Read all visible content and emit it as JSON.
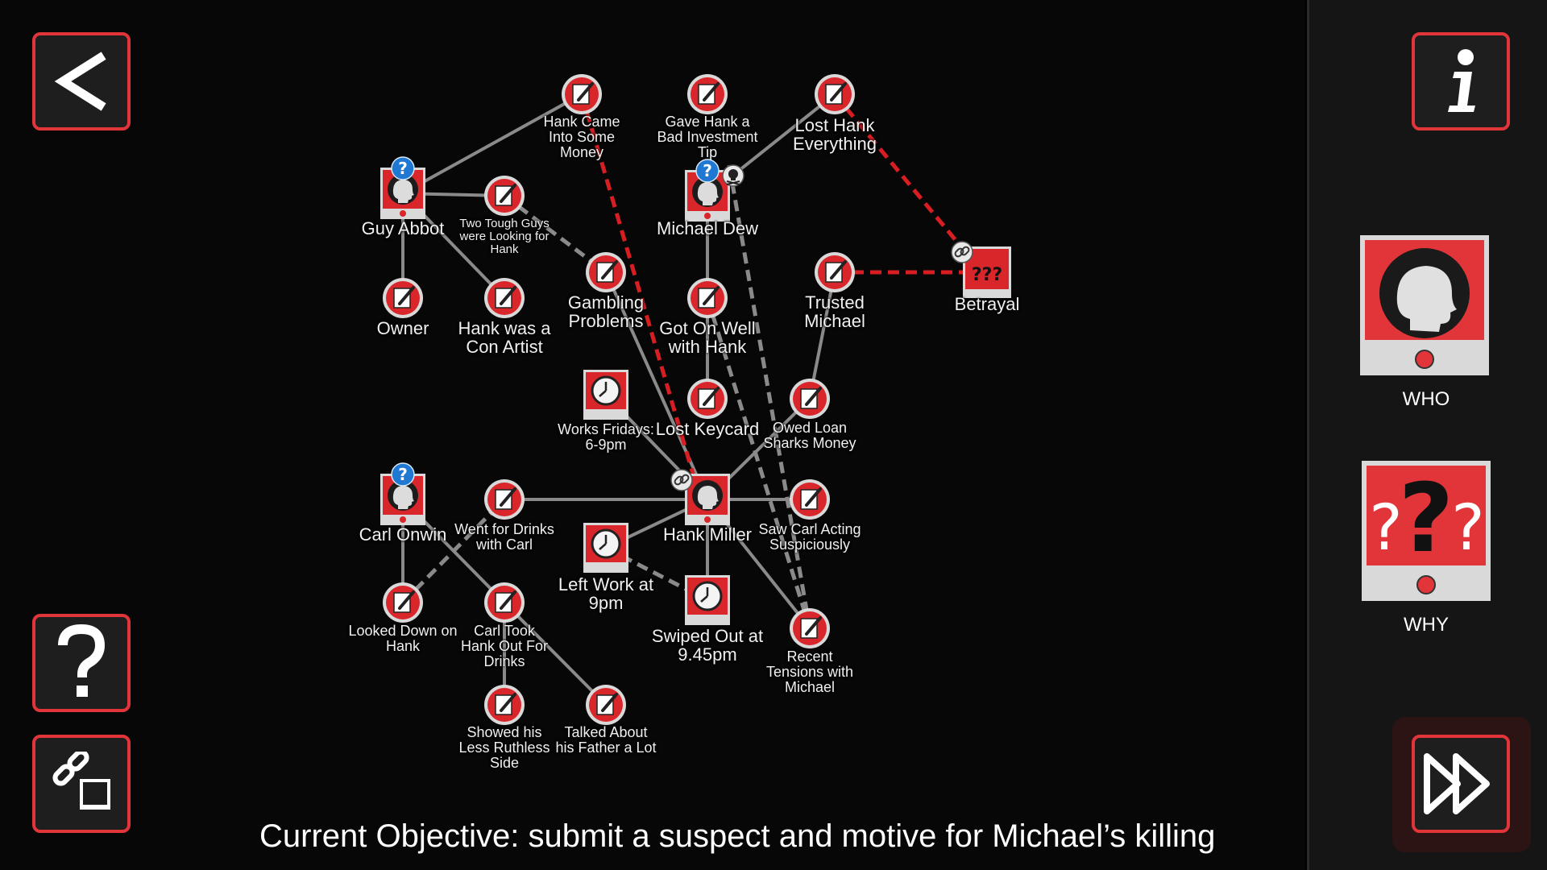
{
  "objective": "Current Objective: submit a suspect and motive for Michael’s killing",
  "buttons": {
    "back": "back-arrow-icon",
    "info": "info-icon",
    "help": "question-mark-icon",
    "link_mode": "link-card-icon",
    "fast_forward": "fast-forward-icon"
  },
  "submit": {
    "who_label": "WHO",
    "why_label": "WHY"
  },
  "nodes": {
    "guy_abbot": "Guy Abbot",
    "owner": "Owner",
    "two_tough_guys": "Two Tough Guys were Looking for Hank",
    "hank_con_artist": "Hank was a Con Artist",
    "hank_came_money": "Hank Came Into Some Money",
    "gambling_problems": "Gambling Problems",
    "gave_hank_tip": "Gave Hank a Bad Investment Tip",
    "michael_dew": "Michael Dew",
    "got_on_well": "Got On Well with Hank",
    "lost_hank_everything": "Lost Hank Everything",
    "trusted_michael": "Trusted Michael",
    "betrayal": "Betrayal",
    "works_fridays": "Works Fridays: 6-9pm",
    "lost_keycard": "Lost Keycard",
    "owed_loan_sharks": "Owed Loan Sharks Money",
    "carl_onwin": "Carl Onwin",
    "went_for_drinks": "Went for Drinks with Carl",
    "hank_miller": "Hank Miller",
    "saw_carl": "Saw Carl Acting Suspiciously",
    "left_work": "Left Work at 9pm",
    "looked_down": "Looked Down on Hank",
    "carl_took_hank": "Carl Took Hank Out For Drinks",
    "swiped_out": "Swiped Out at 9.45pm",
    "recent_tensions": "Recent Tensions with Michael",
    "showed_less_ruthless": "Showed his Less Ruthless Side",
    "talked_about_father": "Talked About his Father a Lot"
  },
  "colors": {
    "accent": "#e2353a",
    "link_gray": "#8a8a8a",
    "link_red": "#d81e22",
    "card_bg": "#d9d9d9",
    "hint_blue": "#1f78d1"
  }
}
